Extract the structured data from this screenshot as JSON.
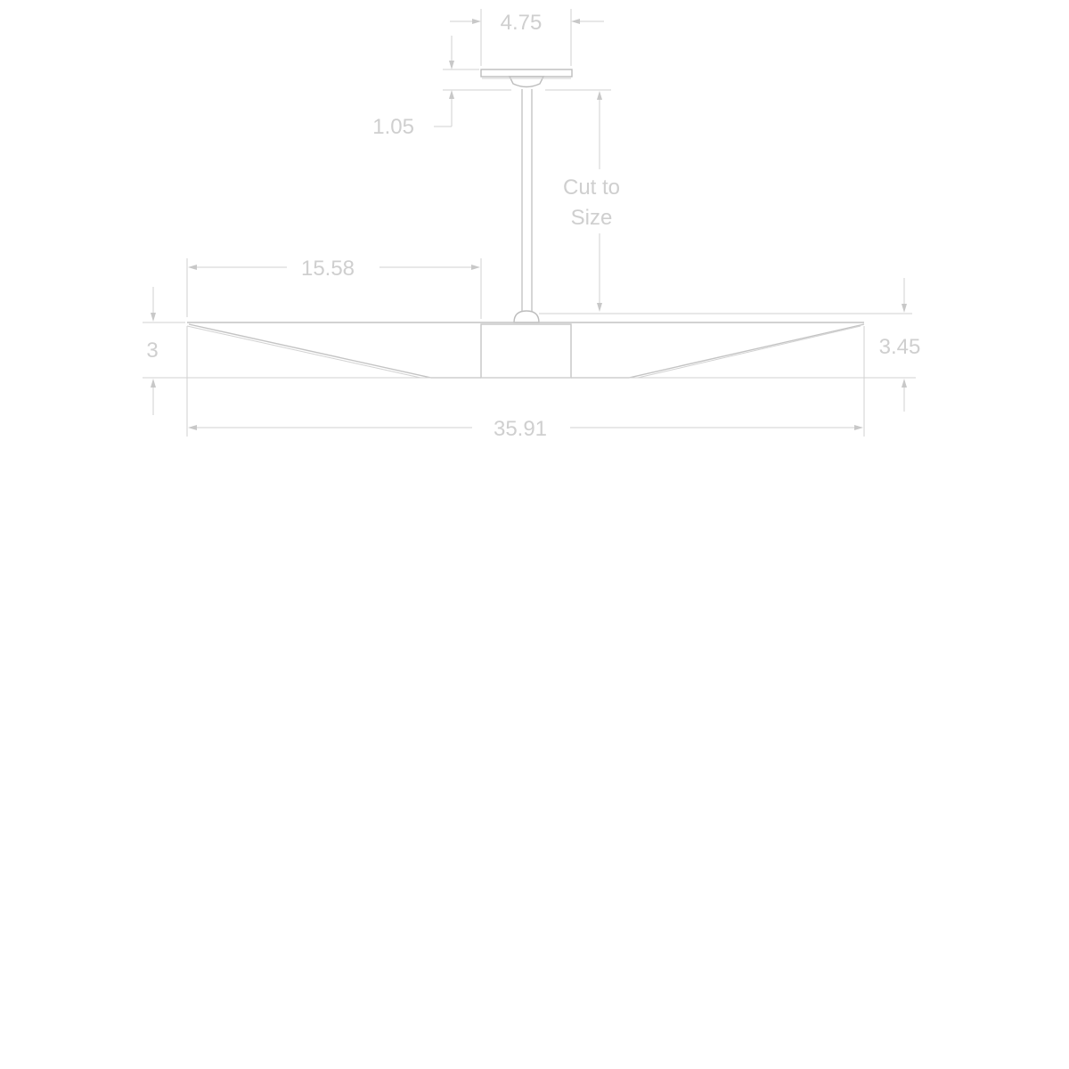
{
  "dimensions": {
    "canopy_width": "4.75",
    "canopy_height": "1.05",
    "downrod": [
      "Cut to",
      "Size"
    ],
    "blade_to_hub": "15.58",
    "hub_height_left": "3",
    "hub_height_right": "3.45",
    "overall_span": "35.91"
  },
  "colors": {
    "line": "#c4c4c4",
    "text": "#cfcfcf",
    "background": "#ffffff"
  }
}
